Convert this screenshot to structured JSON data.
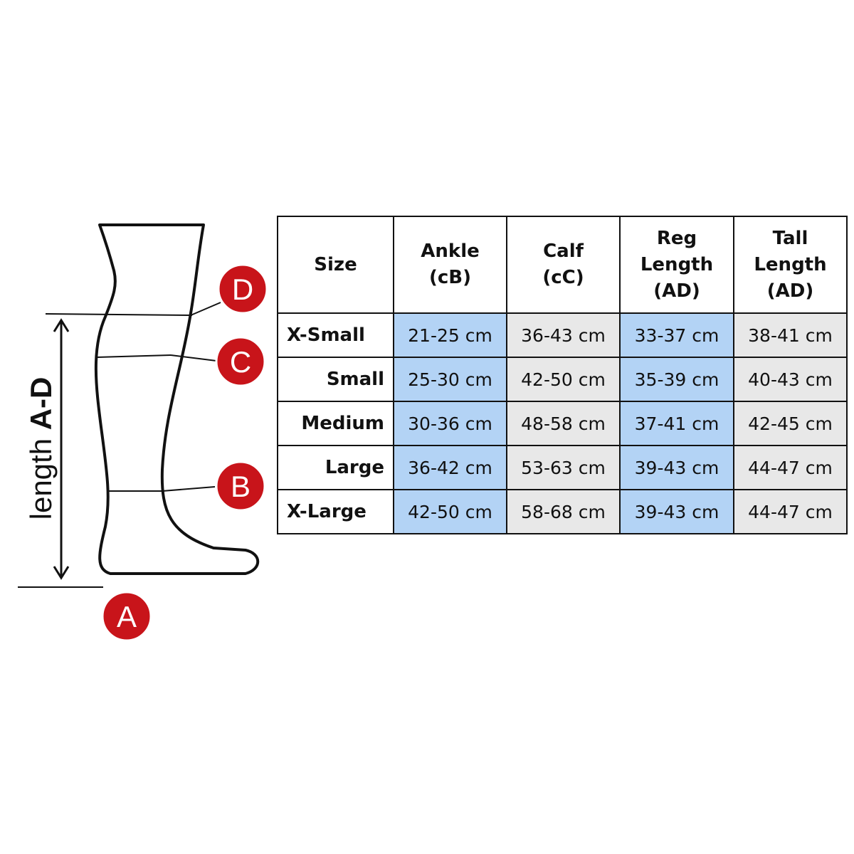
{
  "diagram": {
    "length_label_light": "length ",
    "length_label_bold": "A-D",
    "markers": [
      "A",
      "B",
      "C",
      "D"
    ],
    "marker_color": "#c8141a"
  },
  "table": {
    "headers": [
      [
        "Size"
      ],
      [
        "Ankle",
        "(cB)"
      ],
      [
        "Calf",
        "(cC)"
      ],
      [
        "Reg",
        "Length",
        "(AD)"
      ],
      [
        "Tall",
        "Length",
        "(AD)"
      ]
    ],
    "rows": [
      [
        "X-Small",
        "21-25 cm",
        "36-43 cm",
        "33-37 cm",
        "38-41 cm"
      ],
      [
        "Small",
        "25-30 cm",
        "42-50 cm",
        "35-39 cm",
        "40-43 cm"
      ],
      [
        "Medium",
        "30-36 cm",
        "48-58 cm",
        "37-41 cm",
        "42-45 cm"
      ],
      [
        "Large",
        "36-42 cm",
        "53-63 cm",
        "39-43 cm",
        "44-47 cm"
      ],
      [
        "X-Large",
        "42-50 cm",
        "58-68 cm",
        "39-43 cm",
        "44-47 cm"
      ]
    ],
    "colors": {
      "blue": "#b3d3f5",
      "gray": "#e8e8e8"
    }
  }
}
